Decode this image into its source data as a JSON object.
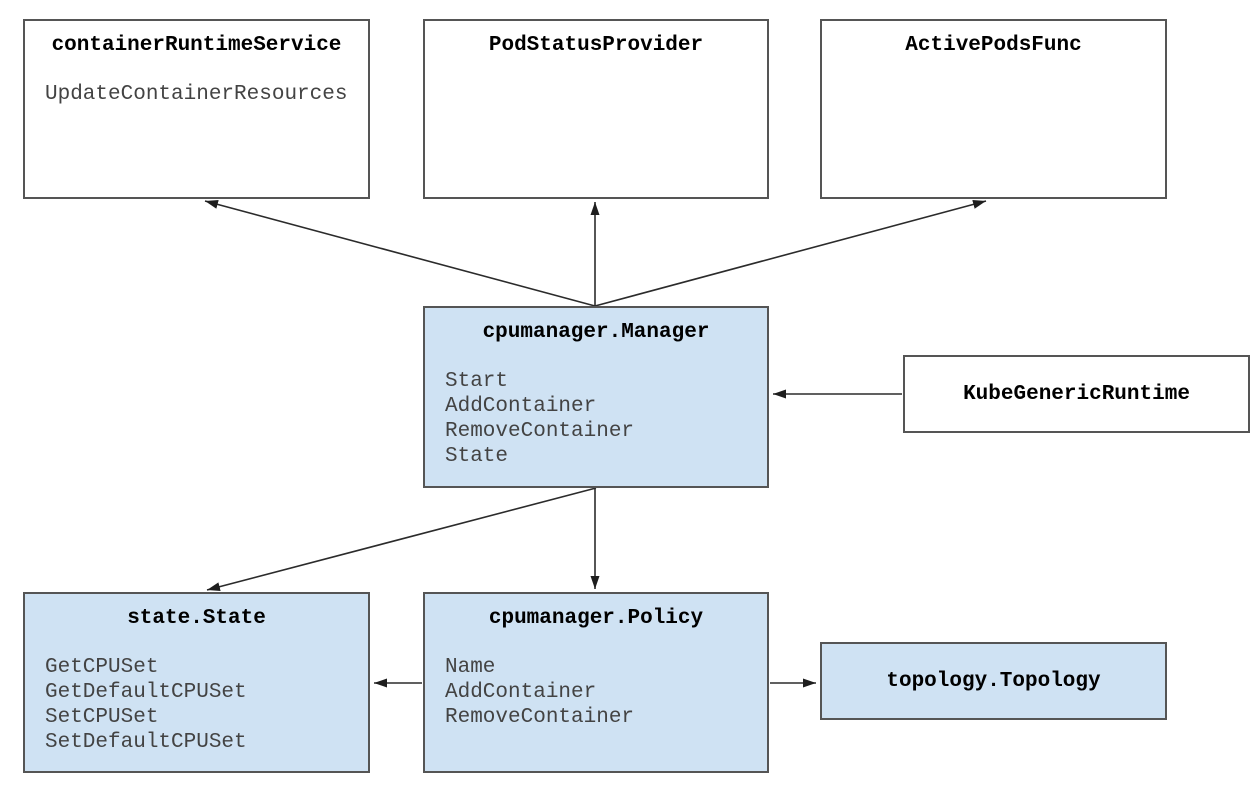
{
  "diagram": {
    "nodes": {
      "container_runtime_service": {
        "title": "containerRuntimeService",
        "methods": [
          "UpdateContainerResources"
        ]
      },
      "pod_status_provider": {
        "title": "PodStatusProvider",
        "methods": []
      },
      "active_pods_func": {
        "title": "ActivePodsFunc",
        "methods": []
      },
      "cpumanager_manager": {
        "title": "cpumanager.Manager",
        "methods": [
          "Start",
          "AddContainer",
          "RemoveContainer",
          "State"
        ]
      },
      "kube_generic_runtime": {
        "title": "KubeGenericRuntime",
        "methods": []
      },
      "state_state": {
        "title": "state.State",
        "methods": [
          "GetCPUSet",
          "GetDefaultCPUSet",
          "SetCPUSet",
          "SetDefaultCPUSet"
        ]
      },
      "cpumanager_policy": {
        "title": "cpumanager.Policy",
        "methods": [
          "Name",
          "AddContainer",
          "RemoveContainer"
        ]
      },
      "topology_topology": {
        "title": "topology.Topology",
        "methods": []
      }
    },
    "edges": [
      {
        "from": "cpumanager.Manager",
        "to": "containerRuntimeService"
      },
      {
        "from": "cpumanager.Manager",
        "to": "PodStatusProvider"
      },
      {
        "from": "cpumanager.Manager",
        "to": "ActivePodsFunc"
      },
      {
        "from": "KubeGenericRuntime",
        "to": "cpumanager.Manager"
      },
      {
        "from": "cpumanager.Manager",
        "to": "state.State"
      },
      {
        "from": "cpumanager.Manager",
        "to": "cpumanager.Policy"
      },
      {
        "from": "cpumanager.Policy",
        "to": "state.State"
      },
      {
        "from": "cpumanager.Policy",
        "to": "topology.Topology"
      }
    ],
    "colors": {
      "highlight_fill": "#cfe2f3",
      "plain_fill": "#ffffff",
      "border": "#555555",
      "title_text": "#000000",
      "method_text": "#434343",
      "arrow": "#2b2b2b"
    }
  }
}
